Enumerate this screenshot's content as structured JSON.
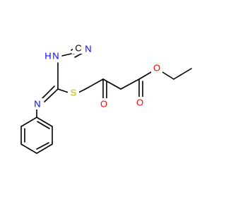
{
  "molecule": {
    "atoms": {
      "nitrile_N": {
        "symbol": "N",
        "color": "#0000ff"
      },
      "nitrile_C": {
        "symbol": "C",
        "color": "#000000"
      },
      "amine_N": {
        "symbol": "N",
        "color": "#0000ff"
      },
      "amine_H": {
        "symbol": "H",
        "color": "#0000ff"
      },
      "imine_N": {
        "symbol": "N",
        "color": "#0000ff"
      },
      "sulfur": {
        "symbol": "S",
        "color": "#b8b800"
      },
      "ketone_O": {
        "symbol": "O",
        "color": "#ff0000"
      },
      "ester_O1": {
        "symbol": "O",
        "color": "#ff0000"
      },
      "ester_O2": {
        "symbol": "O",
        "color": "#ff0000"
      }
    },
    "colors": {
      "bond": "#000000",
      "nitrogen": "#0000ff",
      "oxygen": "#ff0000",
      "sulfur": "#b8b800",
      "background": "#ffffff"
    }
  }
}
